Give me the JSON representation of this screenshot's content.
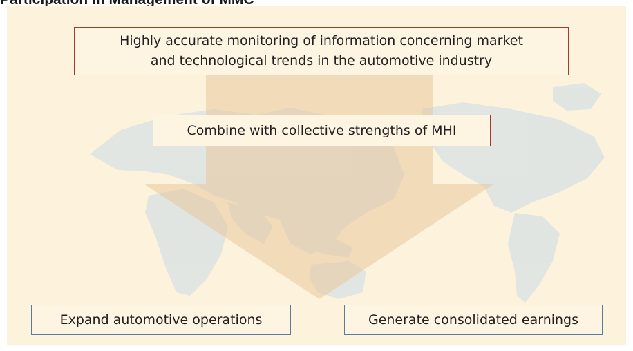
{
  "header": {
    "title": "Participation in Management of MMC"
  },
  "diagram": {
    "top_box": {
      "line1": "Highly accurate monitoring of information concerning market",
      "line2": "and technological trends in the automotive industry"
    },
    "middle_box": {
      "text": "Combine with collective strengths of MHI"
    },
    "bottom_left_box": {
      "text": "Expand automotive operations"
    },
    "bottom_right_box": {
      "text": "Generate consolidated earnings"
    }
  },
  "colors": {
    "panel_background": "#fdf3dc",
    "map_fill": "#dfe5e2",
    "arrow_fill": "#e7c79c",
    "red_border": "#a33a2e",
    "blue_border": "#5a7aa0",
    "text": "#231f20"
  }
}
